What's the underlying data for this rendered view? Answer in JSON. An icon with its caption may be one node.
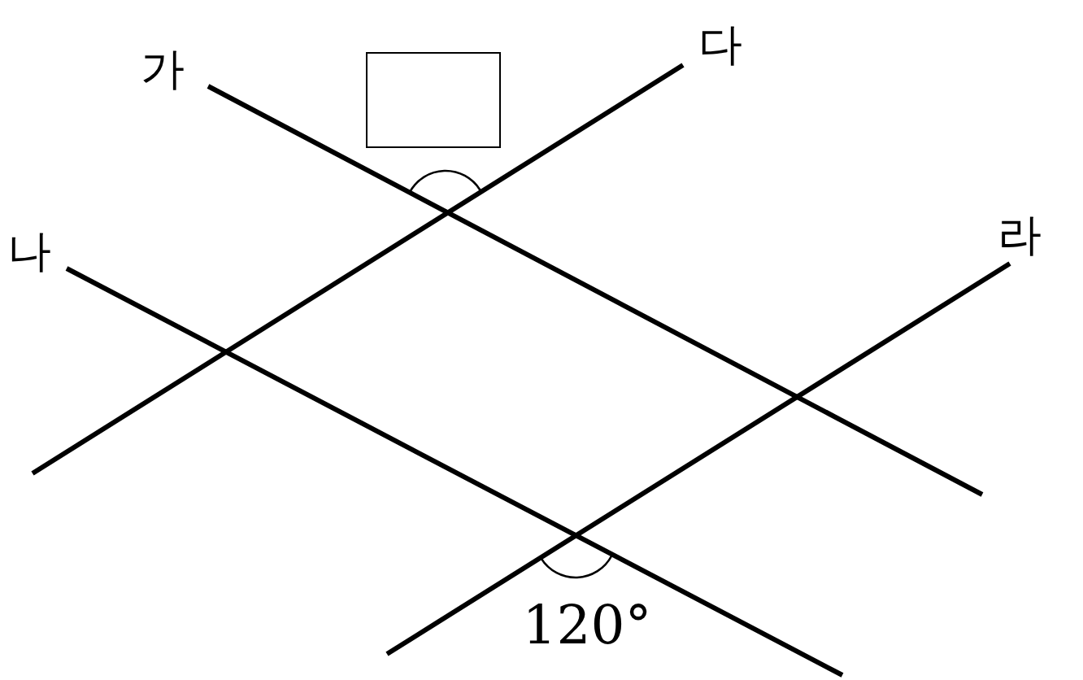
{
  "diagram": {
    "nodes": [
      {
        "text": [],
        "shape": "box"
      }
    ],
    "labels": [
      "가",
      "다",
      "나",
      "라",
      "120°"
    ]
  }
}
